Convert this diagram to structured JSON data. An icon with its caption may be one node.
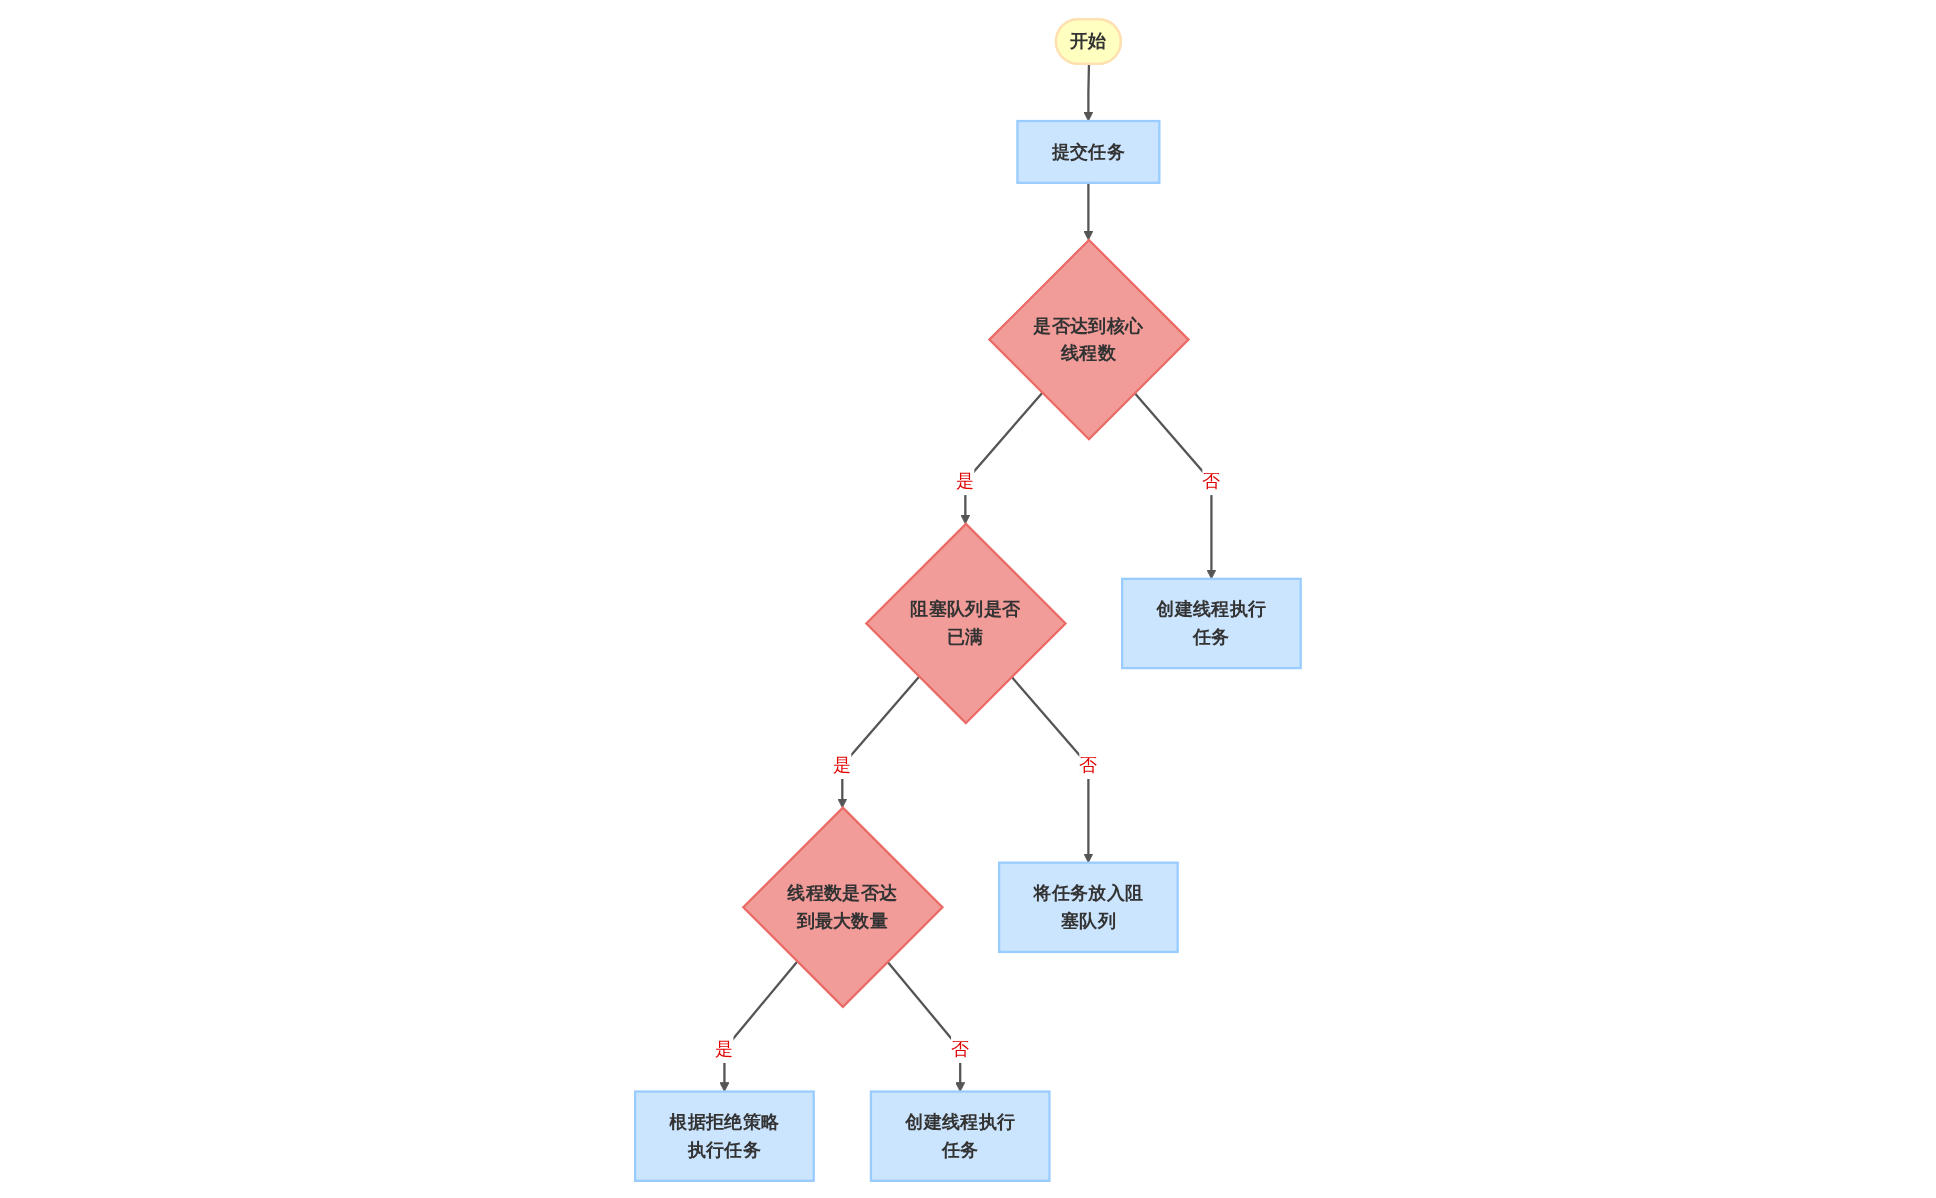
{
  "diagram": {
    "nodes": [
      {
        "text": [
          "开始"
        ]
      },
      {
        "text": [
          "提交任务"
        ]
      },
      {
        "text": [
          "是否达到核心线程数"
        ]
      },
      {
        "text": [
          "阻塞队列是否已满"
        ]
      },
      {
        "text": [
          "线程数是否达到最大数量"
        ]
      },
      {
        "text": [
          "根据拒绝策略执行任务"
        ]
      },
      {
        "text": [
          "创建线程执行任务"
        ]
      },
      {
        "text": [
          "将任务放入阻塞队列"
        ]
      },
      {
        "text": [
          "创建线程执行任务"
        ]
      }
    ],
    "edges": [
      {
        "from": 0,
        "to": 1,
        "arrow": "to"
      },
      {
        "from": 1,
        "to": 2,
        "arrow": "to"
      },
      {
        "from": 2,
        "to": 3,
        "label": "是",
        "arrow": "to"
      },
      {
        "from": 3,
        "to": 4,
        "label": "是",
        "arrow": "to"
      },
      {
        "from": 4,
        "to": 5,
        "label": "是",
        "arrow": "to"
      },
      {
        "from": 2,
        "to": 6,
        "label": "否",
        "arrow": "to"
      },
      {
        "from": 3,
        "to": 7,
        "label": "否",
        "arrow": "to"
      },
      {
        "from": 4,
        "to": 8,
        "label": "否",
        "arrow": "to"
      }
    ]
  }
}
